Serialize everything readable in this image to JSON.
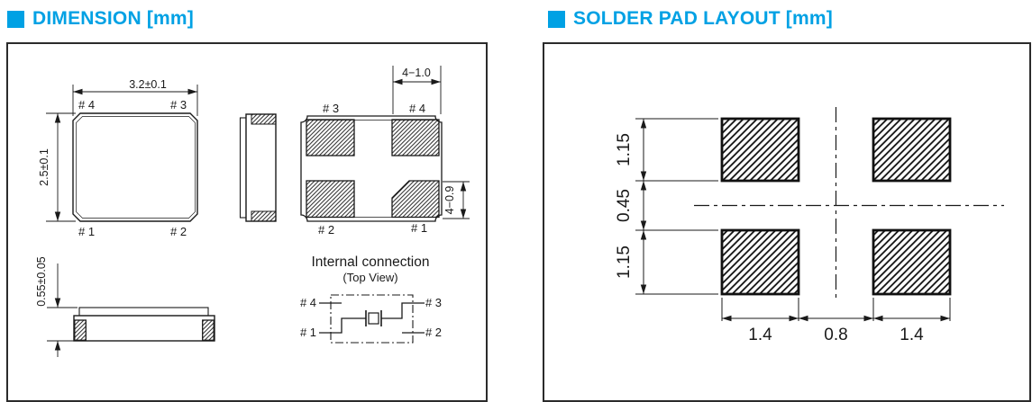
{
  "accent_color": "#00a1e4",
  "line_color": "#1a1a1a",
  "dimension_panel": {
    "title": "DIMENSION [mm]",
    "package_top_view": {
      "width_dim": "3.2±0.1",
      "height_dim": "2.5±0.1",
      "pin_top_left": "# 4",
      "pin_top_right": "# 3",
      "pin_bottom_left": "# 1",
      "pin_bottom_right": "# 2"
    },
    "package_bottom_view": {
      "pad_width_dim": "4−1.0",
      "pad_height_dim": "4−0.9",
      "pin_top_left": "# 3",
      "pin_top_right": "# 4",
      "pin_bottom_left": "# 2",
      "pin_bottom_right": "# 1"
    },
    "package_side_view": {
      "thickness_dim": "0.55±0.05"
    },
    "internal_connection": {
      "title": "Internal connection",
      "subtitle": "(Top View)",
      "pin_top_left": "# 4",
      "pin_top_right": "# 3",
      "pin_bottom_left": "# 1",
      "pin_bottom_right": "# 2"
    }
  },
  "solder_pad_panel": {
    "title": "SOLDER PAD LAYOUT [mm]",
    "pad_height_top": "1.15",
    "row_gap": "0.45",
    "pad_height_bottom": "1.15",
    "pad_width_left": "1.4",
    "column_gap": "0.8",
    "pad_width_right": "1.4"
  }
}
